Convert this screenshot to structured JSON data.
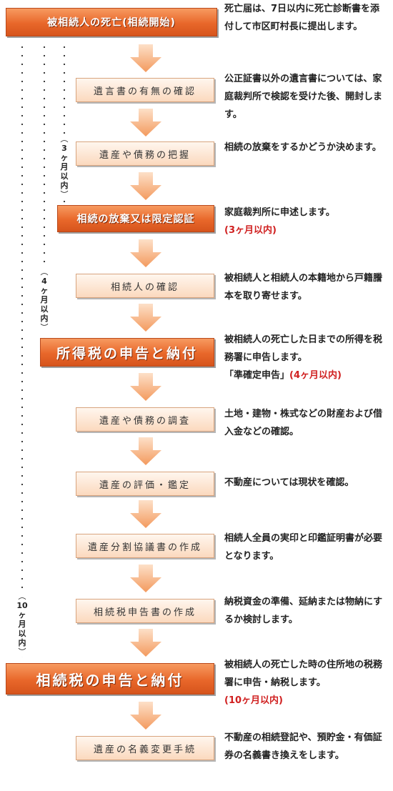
{
  "steps": [
    {
      "label": "被相続人の死亡(相続開始)",
      "style": "dark"
    },
    {
      "label": "遺言書の有無の確認",
      "style": "light"
    },
    {
      "label": "遺産や債務の把握",
      "style": "light"
    },
    {
      "label": "相続の放棄又は限定認証",
      "style": "dark"
    },
    {
      "label": "相続人の確認",
      "style": "light"
    },
    {
      "label": "所得税の申告と納付",
      "style": "dark"
    },
    {
      "label": "遺産や債務の調査",
      "style": "light"
    },
    {
      "label": "遺産の評価・鑑定",
      "style": "light"
    },
    {
      "label": "遺産分割協議書の作成",
      "style": "light"
    },
    {
      "label": "相続税申告書の作成",
      "style": "light"
    },
    {
      "label": "相続税の申告と納付",
      "style": "dark"
    },
    {
      "label": "遺産の名義変更手続",
      "style": "light"
    }
  ],
  "descriptions": [
    {
      "text": "死亡届は、7日以内に死亡診断書を添付して市区町村長に提出します。"
    },
    {
      "text": "公正証書以外の遺言書については、家庭裁判所で検認を受けた後、開封します。"
    },
    {
      "text": "相続の放棄をするかどうか決めます。"
    },
    {
      "text": "家庭裁判所に申述します。",
      "note": "(3ヶ月以内)"
    },
    {
      "text": "被相続人と相続人の本籍地から戸籍謄本を取り寄せます。"
    },
    {
      "text": "被相続人の死亡した日までの所得を税務署に申告します。",
      "text2": "「準確定申告」",
      "note": "(4ヶ月以内)"
    },
    {
      "text": "土地・建物・株式などの財産および借入金などの確認。"
    },
    {
      "text": "不動産については現状を確認。"
    },
    {
      "text": "相続人全員の実印と印鑑証明書が必要となります。"
    },
    {
      "text": "納税資金の準備、延納または物納にするか検討します。"
    },
    {
      "text": "被相続人の死亡した時の住所地の税務署に申告・納税します。",
      "note": "(10ヶ月以内)"
    },
    {
      "text": "不動産の相続登記や、預貯金・有価証券の名義書き換えをします。"
    }
  ],
  "timelines": [
    {
      "chars": [
        "3",
        "ヶ",
        "月",
        "以",
        "内"
      ]
    },
    {
      "chars": [
        "4",
        "ヶ",
        "月",
        "以",
        "内"
      ]
    },
    {
      "chars": [
        "10",
        "ヶ",
        "月",
        "以",
        "内"
      ]
    }
  ],
  "colors": {
    "dark_box": "#e8672a",
    "light_box": "#fbd9be",
    "arrow": "#f6a66c",
    "note_red": "#d02020"
  },
  "icons": {
    "arrow": "down-arrow-icon"
  }
}
